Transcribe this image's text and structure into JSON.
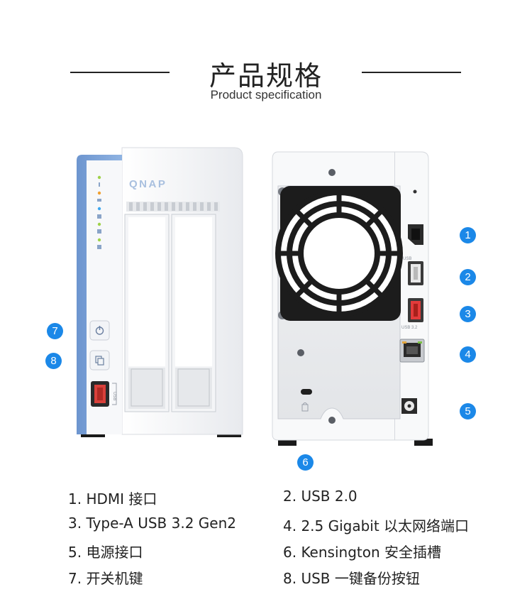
{
  "header": {
    "title": "产品规格",
    "subtitle": "Product specification"
  },
  "device": {
    "brand": "QNAP",
    "usb_port_label": "USB",
    "rear_usb_label": "USB",
    "rear_usb32_label": "USB 3.2"
  },
  "badges": [
    "1",
    "2",
    "3",
    "4",
    "5",
    "6",
    "7",
    "8"
  ],
  "specs": [
    "1. HDMI 接口",
    "2. USB 2.0",
    "3. Type-A USB 3.2 Gen2",
    "4. 2.5 Gigabit 以太网络端口",
    "5. 电源接口",
    "6. Kensington 安全插槽",
    "7. 开关机键",
    "8. USB 一键备份按钮"
  ],
  "colors": {
    "badge": "#1b88e8",
    "front_panel": "#7fa6d9",
    "usb_red": "#e23b3b",
    "body": "#f4f5f7"
  }
}
